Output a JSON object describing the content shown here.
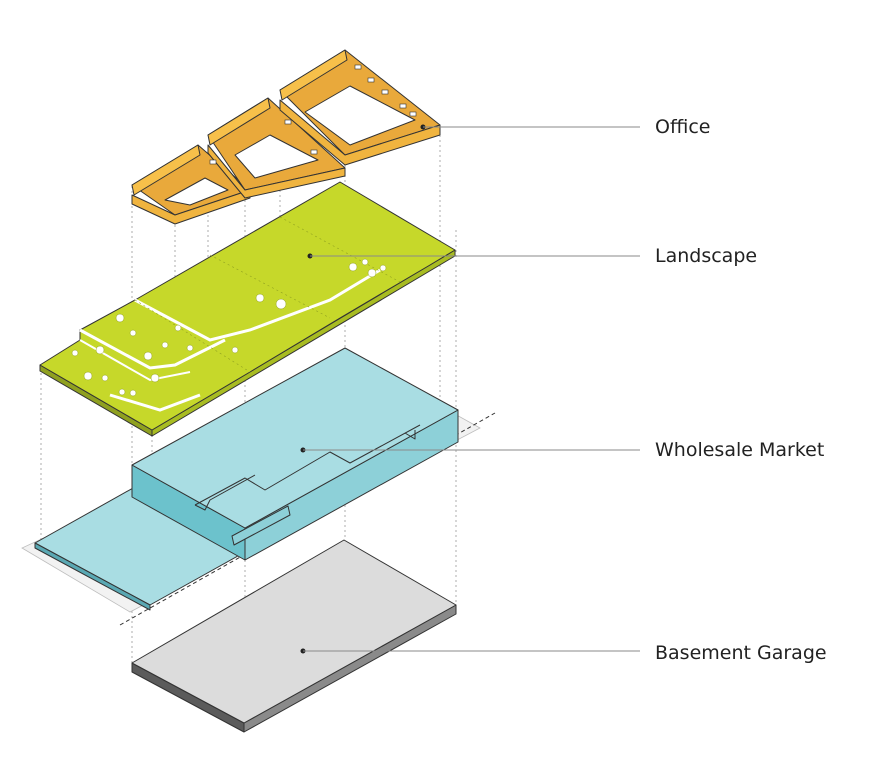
{
  "layers": [
    {
      "key": "office",
      "label": "Office",
      "color": "#f7c04a"
    },
    {
      "key": "landscape",
      "label": "Landscape",
      "color": "#c6d82a"
    },
    {
      "key": "market",
      "label": "Wholesale Market",
      "color": "#a9dde3"
    },
    {
      "key": "garage",
      "label": "Basement Garage",
      "color": "#dcdcdc"
    }
  ]
}
